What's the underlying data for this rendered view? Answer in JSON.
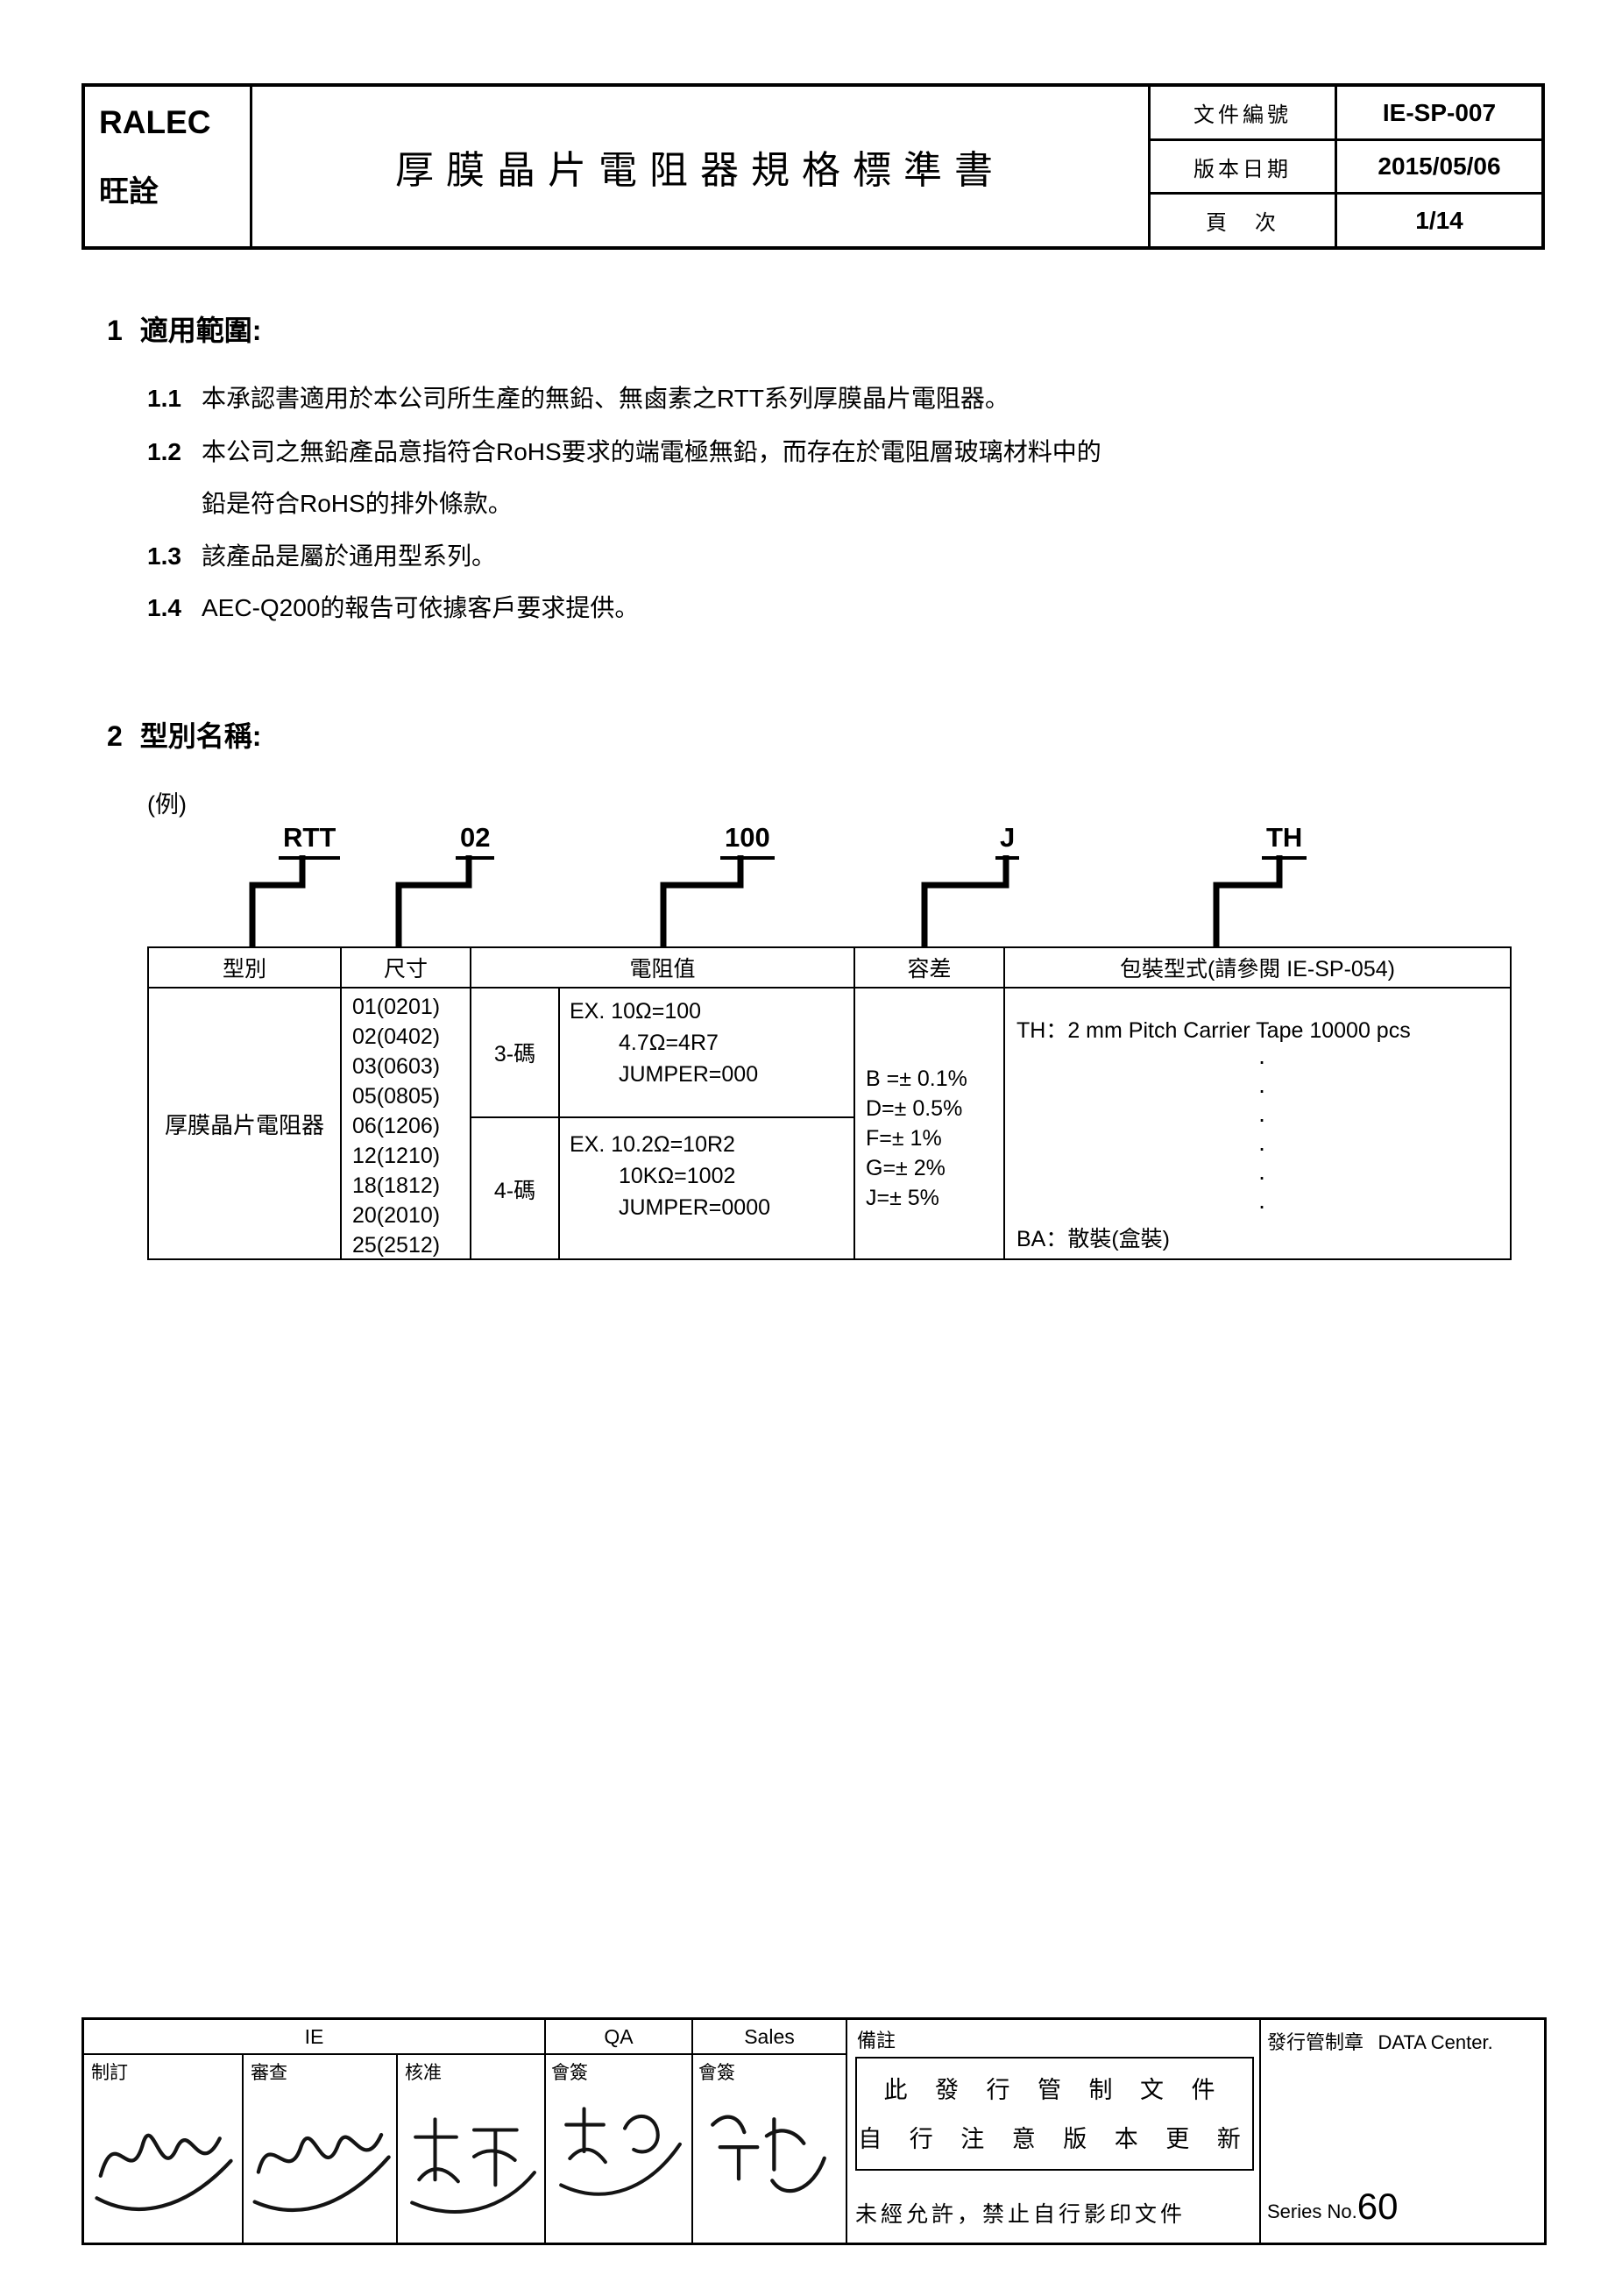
{
  "header": {
    "company": "RALEC",
    "company_sub": "旺詮",
    "title": "厚膜晶片電阻器規格標準書",
    "doc_no_label": "文件編號",
    "doc_no": "IE-SP-007",
    "version_label": "版本日期",
    "version_date": "2015/05/06",
    "page_label": "頁　次",
    "page_value": "1/14"
  },
  "section1": {
    "number": "1",
    "title": "適用範圍:",
    "item1_num": "1.1",
    "item1_text": "本承認書適用於本公司所生產的無鉛、無鹵素之RTT系列厚膜晶片電阻器。",
    "item2_num": "1.2",
    "item2_line1": "本公司之無鉛產品意指符合RoHS要求的端電極無鉛，而存在於電阻層玻璃材料中的",
    "item2_line2": "鉛是符合RoHS的排外條款。",
    "item3_num": "1.3",
    "item3_text": "該產品是屬於通用型系列。",
    "item4_num": "1.4",
    "item4_text": "AEC-Q200的報告可依據客戶要求提供。"
  },
  "section2": {
    "number": "2",
    "title": "型別名稱:",
    "example_label": "(例)",
    "code": {
      "p1": "RTT",
      "p2": "02",
      "p3": "100",
      "p4": "J",
      "p5": "TH"
    }
  },
  "table": {
    "headers": {
      "model": "型別",
      "size": "尺寸",
      "resistance": "電阻值",
      "tolerance": "容差",
      "packaging": "包裝型式(請參閱 IE-SP-054)"
    },
    "model": "厚膜晶片電阻器",
    "sizes": [
      "01(0201)",
      "02(0402)",
      "03(0603)",
      "05(0805)",
      "06(1206)",
      "12(1210)",
      "18(1812)",
      "20(2010)",
      "25(2512)"
    ],
    "res3_label": "3-碼",
    "res3_lines": [
      "EX. 10Ω=100",
      "4.7Ω=4R7",
      "JUMPER=000"
    ],
    "res4_label": "4-碼",
    "res4_lines": [
      "EX. 10.2Ω=10R2",
      "10KΩ=1002",
      "JUMPER=0000"
    ],
    "tolerances": [
      "B =± 0.1%",
      "D=± 0.5%",
      "F=± 1%",
      "G=± 2%",
      "J=± 5%"
    ],
    "pack_th": "TH：2 mm Pitch Carrier Tape 10000 pcs",
    "pack_dots": "·\n·\n·\n·\n·\n·",
    "pack_ba": "BA：散裝(盒裝)"
  },
  "footer": {
    "ie": "IE",
    "qa": "QA",
    "sales": "Sales",
    "note_label": "備註",
    "role1": "制訂",
    "role2": "審查",
    "role3": "核准",
    "role4": "會簽",
    "role5": "會簽",
    "note_line1": "此 發 行 管 制 文 件",
    "note_line2": "自 行 注 意 版 本 更 新",
    "note_bottom": "未經允許，禁止自行影印文件",
    "stamp_label": "發行管制章",
    "stamp_value": "DATA Center.",
    "series_label": "Series No.",
    "series_number": "60"
  }
}
